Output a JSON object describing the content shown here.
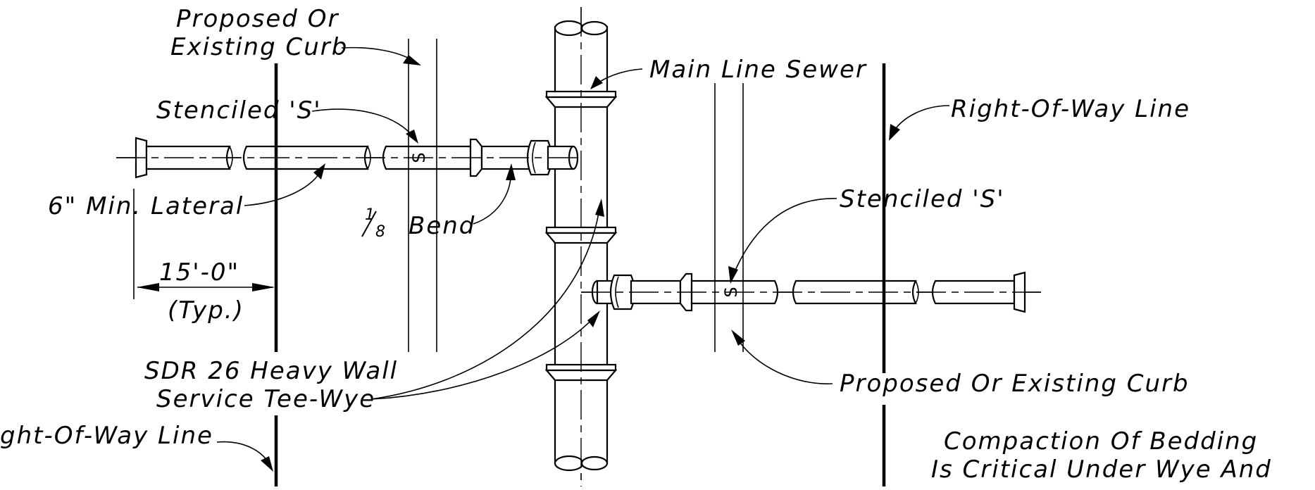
{
  "diagram": {
    "labels": {
      "curb_top_line1": "Proposed Or",
      "curb_top_line2": "Existing Curb",
      "main_line_sewer": "Main Line Sewer",
      "stenciled_s_top": "Stenciled 'S'",
      "right_of_way_right": "Right-Of-Way Line",
      "min_lateral": "6\" Min. Lateral",
      "eighth_bend": "Bend",
      "eighth_fraction_num": "1",
      "eighth_fraction_den": "8",
      "stenciled_s_right": "Stenciled 'S'",
      "dimension": "15'-0\"",
      "dimension_note": "(Typ.)",
      "tee_wye_line1": "SDR 26 Heavy Wall",
      "tee_wye_line2": "Service Tee-Wye",
      "curb_bottom": "Proposed Or Existing Curb",
      "right_of_way_left": "ght-Of-Way Line",
      "note_line1": "Compaction Of Bedding",
      "note_line2": "Is Critical Under Wye And",
      "stencil_mark": "S"
    }
  }
}
